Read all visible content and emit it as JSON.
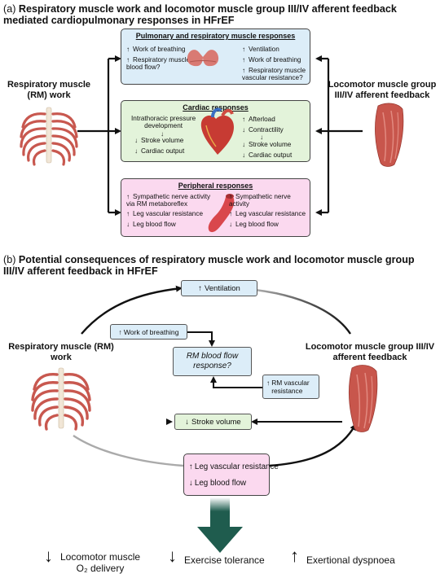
{
  "panel_a": {
    "tag": "(a)",
    "title": "Respiratory muscle work and locomotor muscle group III/IV afferent feedback mediated cardiopulmonary responses in HFrEF",
    "left_label": "Respiratory muscle (RM) work",
    "right_label": "Locomotor muscle group III/IV afferent feedback",
    "pulmonary": {
      "title": "Pulmonary and respiratory muscle responses",
      "left": [
        {
          "arrow": "↑",
          "text": "Work of breathing"
        },
        {
          "arrow": "↑",
          "text": "Respiratory muscle\nblood flow?"
        }
      ],
      "right": [
        {
          "arrow": "↑",
          "text": "Ventilation"
        },
        {
          "arrow": "↑",
          "text": "Work of breathing"
        },
        {
          "arrow": "↑",
          "text": "Respiratory muscle\nvascular resistance?"
        }
      ]
    },
    "cardiac": {
      "title": "Cardiac responses",
      "left": [
        {
          "arrow": "",
          "text": "Intrathoracic pressure\ndevelopment"
        },
        {
          "arrow": "↓",
          "text": "Stroke volume"
        },
        {
          "arrow": "↓",
          "text": "Cardiac output"
        }
      ],
      "right": [
        {
          "arrow": "↑",
          "text": "Afterload"
        },
        {
          "arrow": "↓",
          "text": "Contractility"
        },
        {
          "arrow": "↓",
          "text": "Stroke volume"
        },
        {
          "arrow": "↓",
          "text": "Cardiac output"
        }
      ]
    },
    "peripheral": {
      "title": "Peripheral responses",
      "left": [
        {
          "arrow": "↑",
          "text": "Sympathetic nerve activity\nvia RM metaboreflex"
        },
        {
          "arrow": "↑",
          "text": "Leg vascular resistance"
        },
        {
          "arrow": "↓",
          "text": "Leg blood flow"
        }
      ],
      "right": [
        {
          "arrow": "↑",
          "text": "Sympathetic nerve\nactivity"
        },
        {
          "arrow": "↑",
          "text": "Leg vascular resistance"
        },
        {
          "arrow": "↓",
          "text": "Leg blood flow"
        }
      ]
    }
  },
  "panel_b": {
    "tag": "(b)",
    "title": "Potential consequences of respiratory muscle work and locomotor muscle group III/IV afferent feedback in HFrEF",
    "left_label": "Respiratory muscle (RM) work",
    "right_label": "Locomotor muscle group III/IV afferent feedback",
    "ventilation": {
      "arrow": "↑",
      "text": "Ventilation"
    },
    "work_of_breathing": {
      "arrow": "↑",
      "text": "Work of breathing"
    },
    "rm_blood_flow": "RM blood flow response?",
    "rm_vascular": {
      "arrow": "↑",
      "text": "RM vascular resistance"
    },
    "stroke_volume": {
      "arrow": "↓",
      "text": "Stroke volume"
    },
    "leg_box": [
      {
        "arrow": "↑",
        "text": "Leg vascular resistance"
      },
      {
        "arrow": "↓",
        "text": "Leg blood flow"
      }
    ],
    "outcomes": [
      {
        "arrow": "↓",
        "text": "Locomotor muscle\nO₂ delivery"
      },
      {
        "arrow": "↓",
        "text": "Exercise tolerance"
      },
      {
        "arrow": "↑",
        "text": "Exertional dyspnoea"
      }
    ]
  },
  "colors": {
    "blue": "#dcedf8",
    "green": "#e3f3da",
    "pink": "#fbd9ef",
    "big_arrow": "#1f5c4e"
  }
}
